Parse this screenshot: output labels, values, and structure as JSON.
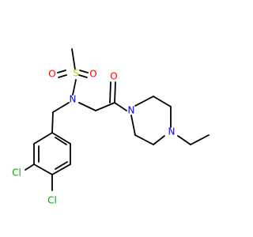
{
  "molecule": {
    "atoms": {
      "sulfur": {
        "symbol": "S"
      },
      "oxygen_left": {
        "symbol": "O"
      },
      "oxygen_right": {
        "symbol": "O"
      },
      "nitrogen_sulfonamide": {
        "symbol": "N"
      },
      "oxygen_carbonyl": {
        "symbol": "O"
      },
      "nitrogen_piperazine_amide": {
        "symbol": "N"
      },
      "nitrogen_piperazine_ethyl": {
        "symbol": "N"
      },
      "chlorine_upper": {
        "symbol": "Cl"
      },
      "chlorine_lower": {
        "symbol": "Cl"
      }
    },
    "colors": {
      "carbon_bonds": "#000000",
      "sulfur": "#CCCC00",
      "oxygen": "#FF0000",
      "nitrogen": "#0000FF",
      "chlorine": "#00AA00"
    }
  }
}
